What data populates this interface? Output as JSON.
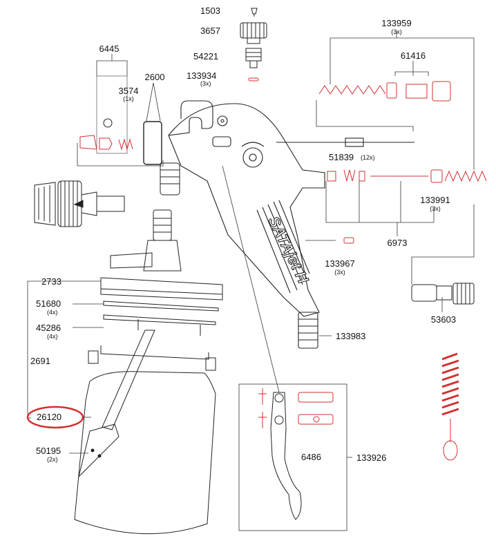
{
  "colors": {
    "line": "#222222",
    "accent": "#d32f2f",
    "highlight": "#d32f2f",
    "paper": "#ffffff"
  },
  "brand": {
    "logo": "SATAjet H"
  },
  "labels": {
    "p1503": "1503",
    "p3657": "3657",
    "p54221": "54221",
    "p133934": "133934",
    "q133934": "(3x)",
    "p133959": "133959",
    "q133959": "(3x)",
    "p61416": "61416",
    "p6445": "6445",
    "p3574": "3574",
    "q3574": "(1x)",
    "p2600": "2600",
    "p51839": "51839",
    "q51839": "(12x)",
    "p133991": "133991",
    "q133991": "(3x)",
    "p6973": "6973",
    "p133967": "133967",
    "q133967": "(3x)",
    "p53603": "53603",
    "p2733": "2733",
    "p51680": "51680",
    "q51680": "(4x)",
    "p45286": "45286",
    "q45286": "(4x)",
    "p2691": "2691",
    "p26120": "26120",
    "p50195": "50195",
    "q50195": "(2x)",
    "p133983": "133983",
    "p6486": "6486",
    "p133926": "133926"
  }
}
